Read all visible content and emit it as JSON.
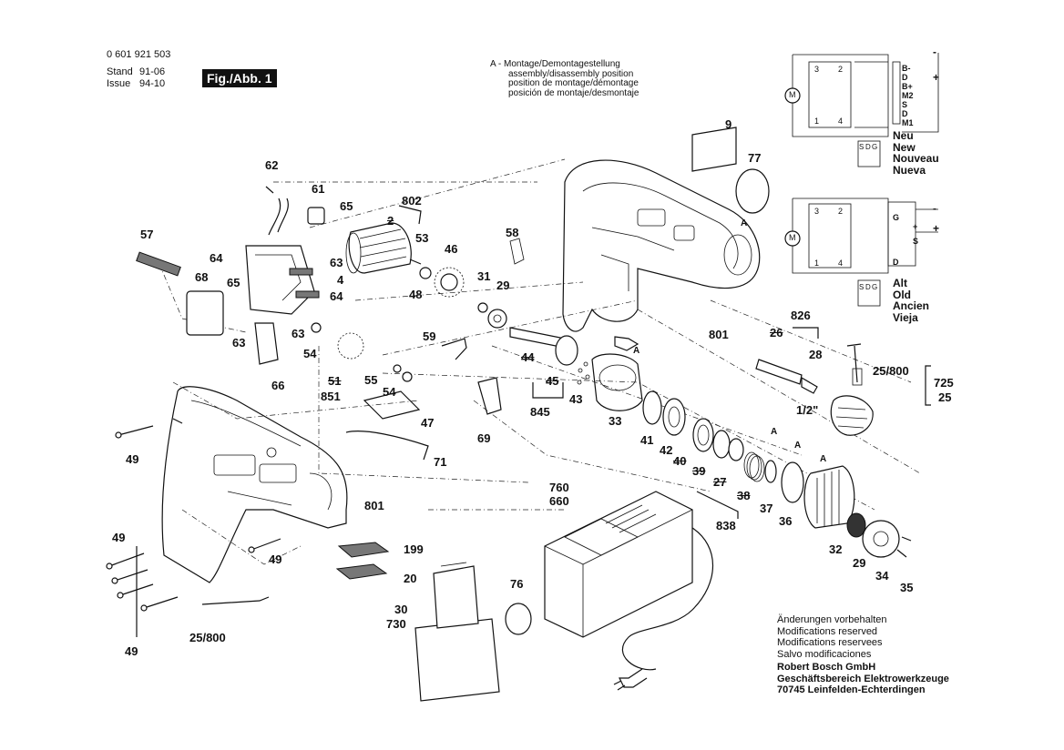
{
  "header": {
    "part_number": "0 601 921 503",
    "stand_label": "Stand",
    "stand_value": "91-06",
    "issue_label": "Issue",
    "issue_value": "94-10",
    "figure_label": "Fig./Abb. 1"
  },
  "assembly_note": [
    "A - Montage/Demontagestellung",
    "assembly/disassembly position",
    "position de montage/démontage",
    "posición de montaje/desmontaje"
  ],
  "wiring": {
    "new": {
      "terminals": [
        "B-",
        "D",
        "B+",
        "M2",
        "S",
        "D",
        "M1"
      ],
      "switch_pins": [
        "S",
        "D",
        "G"
      ],
      "title_lines": [
        "Neu",
        "New",
        "Nouveau",
        "Nueva"
      ],
      "motor": "M",
      "nodes": [
        "3",
        "2",
        "1",
        "4"
      ],
      "polarity": [
        "-",
        "+"
      ]
    },
    "old": {
      "terminals": [
        "G",
        "+",
        "S",
        "D"
      ],
      "switch_pins": [
        "S",
        "D",
        "G"
      ],
      "title_lines": [
        "Alt",
        "Old",
        "Ancien",
        "Vieja"
      ],
      "motor": "M",
      "nodes": [
        "3",
        "2",
        "1",
        "4"
      ],
      "polarity": [
        "-",
        "+"
      ]
    }
  },
  "part_labels": [
    {
      "id": "62",
      "text": "62"
    },
    {
      "id": "61",
      "text": "61"
    },
    {
      "id": "65a",
      "text": "65"
    },
    {
      "id": "802",
      "text": "802"
    },
    {
      "id": "2",
      "text": "2"
    },
    {
      "id": "53",
      "text": "53"
    },
    {
      "id": "57",
      "text": "57"
    },
    {
      "id": "63a",
      "text": "63"
    },
    {
      "id": "4",
      "text": "4"
    },
    {
      "id": "64a",
      "text": "64"
    },
    {
      "id": "68",
      "text": "68"
    },
    {
      "id": "65b",
      "text": "65"
    },
    {
      "id": "64b",
      "text": "64"
    },
    {
      "id": "63b",
      "text": "63"
    },
    {
      "id": "63c",
      "text": "63"
    },
    {
      "id": "54a",
      "text": "54"
    },
    {
      "id": "66",
      "text": "66"
    },
    {
      "id": "46",
      "text": "46"
    },
    {
      "id": "48",
      "text": "48"
    },
    {
      "id": "31",
      "text": "31"
    },
    {
      "id": "29a",
      "text": "29"
    },
    {
      "id": "58",
      "text": "58"
    },
    {
      "id": "59",
      "text": "59"
    },
    {
      "id": "51",
      "text": "51"
    },
    {
      "id": "851",
      "text": "851"
    },
    {
      "id": "55",
      "text": "55"
    },
    {
      "id": "54b",
      "text": "54"
    },
    {
      "id": "44",
      "text": "44"
    },
    {
      "id": "45",
      "text": "45"
    },
    {
      "id": "43",
      "text": "43"
    },
    {
      "id": "845",
      "text": "845"
    },
    {
      "id": "47",
      "text": "47"
    },
    {
      "id": "69",
      "text": "69"
    },
    {
      "id": "33",
      "text": "33"
    },
    {
      "id": "71",
      "text": "71"
    },
    {
      "id": "9",
      "text": "9"
    },
    {
      "id": "77",
      "text": "77"
    },
    {
      "id": "801a",
      "text": "801"
    },
    {
      "id": "801b",
      "text": "801"
    },
    {
      "id": "826",
      "text": "826"
    },
    {
      "id": "26",
      "text": "26"
    },
    {
      "id": "28",
      "text": "28"
    },
    {
      "id": "25_800a",
      "text": "25/800"
    },
    {
      "id": "725",
      "text": "725"
    },
    {
      "id": "25",
      "text": "25"
    },
    {
      "id": "half_inch",
      "text": "1/2\""
    },
    {
      "id": "41",
      "text": "41"
    },
    {
      "id": "42",
      "text": "42"
    },
    {
      "id": "40",
      "text": "40"
    },
    {
      "id": "39",
      "text": "39"
    },
    {
      "id": "27",
      "text": "27"
    },
    {
      "id": "38",
      "text": "38"
    },
    {
      "id": "37",
      "text": "37"
    },
    {
      "id": "36",
      "text": "36"
    },
    {
      "id": "838",
      "text": "838"
    },
    {
      "id": "32",
      "text": "32"
    },
    {
      "id": "29b",
      "text": "29"
    },
    {
      "id": "34",
      "text": "34"
    },
    {
      "id": "35",
      "text": "35"
    },
    {
      "id": "760",
      "text": "760"
    },
    {
      "id": "660",
      "text": "660"
    },
    {
      "id": "199",
      "text": "199"
    },
    {
      "id": "20",
      "text": "20"
    },
    {
      "id": "76",
      "text": "76"
    },
    {
      "id": "30",
      "text": "30"
    },
    {
      "id": "730",
      "text": "730"
    },
    {
      "id": "49a",
      "text": "49"
    },
    {
      "id": "49b",
      "text": "49"
    },
    {
      "id": "49c",
      "text": "49"
    },
    {
      "id": "49d",
      "text": "49"
    },
    {
      "id": "25_800b",
      "text": "25/800"
    },
    {
      "id": "A1",
      "text": "A"
    },
    {
      "id": "A2",
      "text": "A"
    },
    {
      "id": "A3",
      "text": "A"
    },
    {
      "id": "A4",
      "text": "A"
    },
    {
      "id": "A5",
      "text": "A"
    }
  ],
  "footer": {
    "notice_lines": [
      "Änderungen vorbehalten",
      "Modifications reserved",
      "Modifications reservees",
      "Salvo modificaciones"
    ],
    "company_lines": [
      "Robert Bosch GmbH",
      "Geschäftsbereich Elektrowerkzeuge",
      "70745 Leinfelden-Echterdingen"
    ]
  }
}
